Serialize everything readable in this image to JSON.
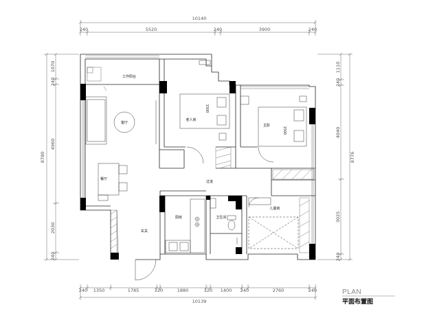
{
  "dimensions": {
    "top_total": "10140",
    "top_segments": [
      "240",
      "5520",
      "240",
      "3900",
      "240"
    ],
    "bottom_total": "10139",
    "bottom_segments": [
      "240",
      "1350",
      "1785",
      "120",
      "1880",
      "120",
      "1400",
      "240",
      "2760",
      "240"
    ],
    "left_total": "8780",
    "left_segments": [
      "1070",
      "240",
      "4960",
      "2030",
      "240"
    ],
    "right_total": "8776",
    "right_segments": [
      "1110",
      "240",
      "4040",
      "3025",
      "240"
    ]
  },
  "rooms": {
    "work_balcony": "工作阳台",
    "living_room": "客厅",
    "elder_room": "老人房",
    "master_bedroom": "主卧",
    "dining_room": "餐厅",
    "corridor": "过道",
    "kitchen": "厨房",
    "bathroom": "卫生间",
    "kids_room": "儿童房",
    "entrance": "玄关"
  },
  "bed_sizes": {
    "elder_bed": "1500",
    "master_bed": "1500"
  },
  "title": {
    "en": "PLAN",
    "cn": "平面布置图"
  }
}
